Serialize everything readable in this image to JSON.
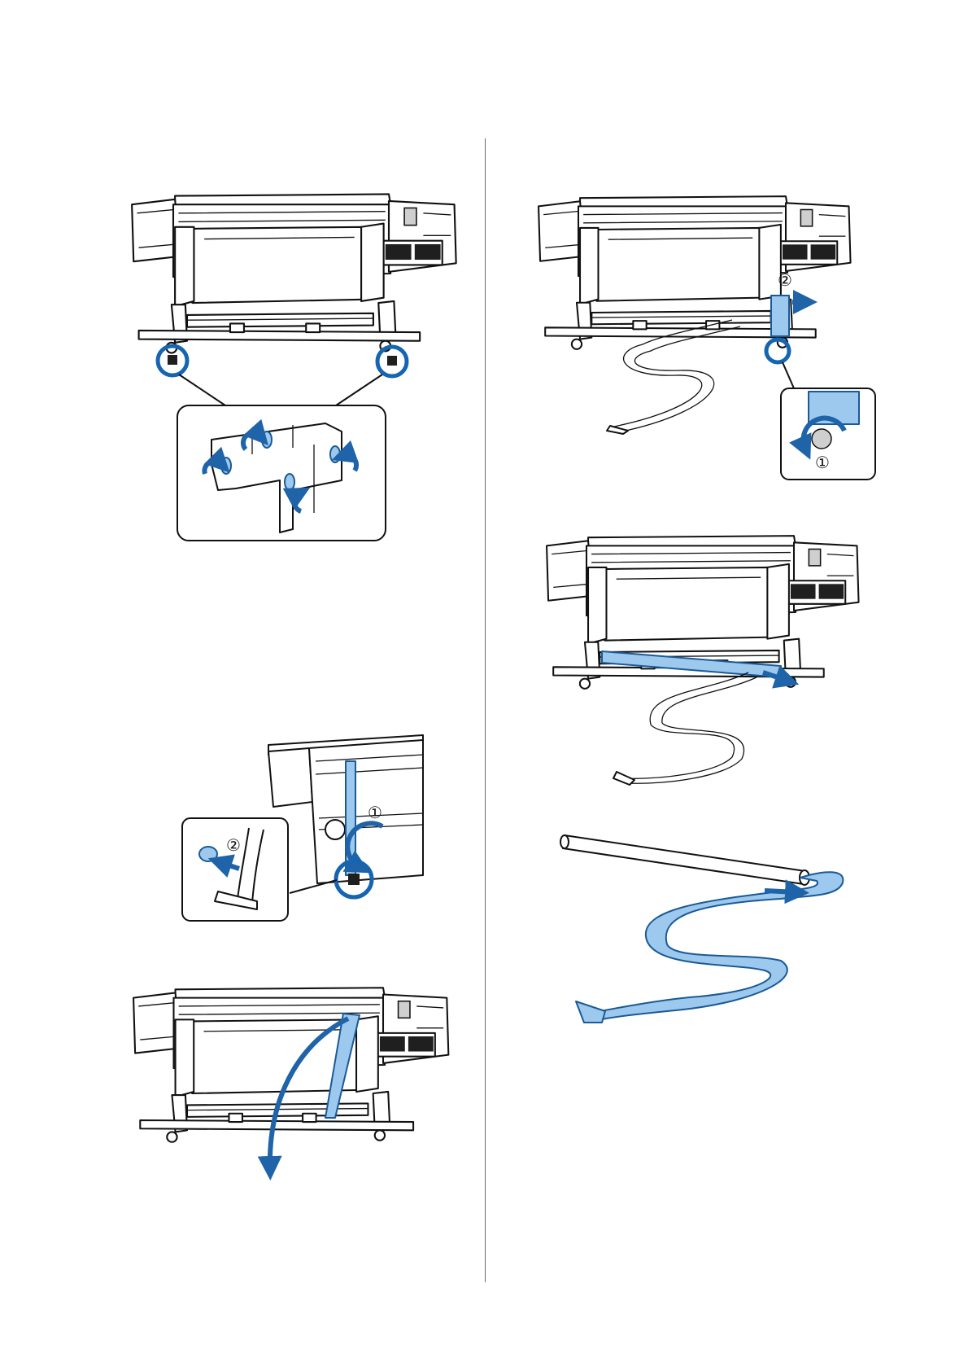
{
  "figures": {
    "fig_caster_locks": {
      "callout_numbers": []
    },
    "fig_tension_bar": {
      "callout_numbers": [
        "①",
        "②"
      ]
    },
    "fig_feed_strap": {
      "callout_numbers": []
    },
    "fig_holder_release": {
      "callout_numbers": [
        "②",
        "①"
      ]
    },
    "fig_core_install": {
      "callout_numbers": []
    },
    "fig_strap_core": {
      "callout_numbers": []
    }
  },
  "colors": {
    "highlight_blue": "#1565b0",
    "fill_blue": "#9ec9ee",
    "line": "#111111"
  }
}
